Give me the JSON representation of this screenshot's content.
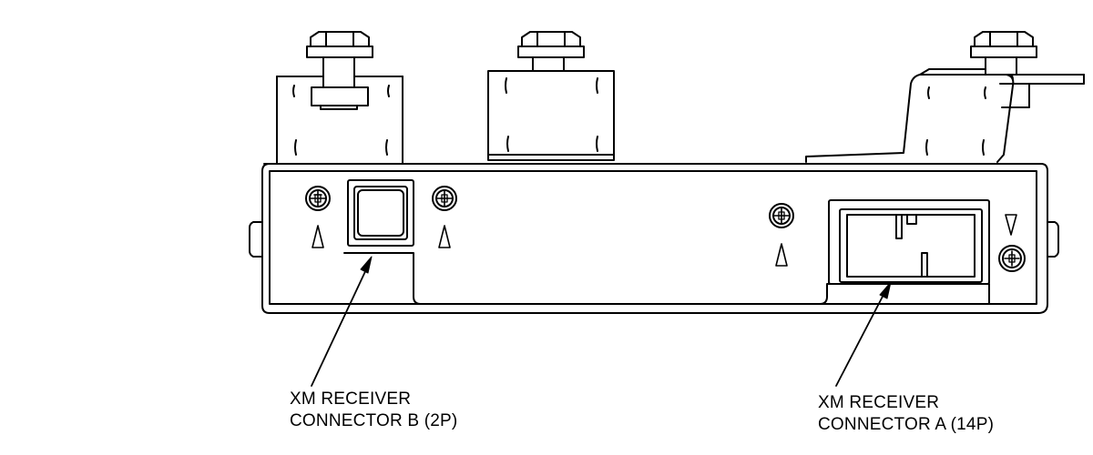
{
  "callouts": {
    "connector_b": {
      "line1": "XM RECEIVER",
      "line2": "CONNECTOR B (2P)"
    },
    "connector_a": {
      "line1": "XM RECEIVER",
      "line2": "CONNECTOR A (14P)"
    }
  },
  "colors": {
    "line": "#000000",
    "background": "#ffffff"
  }
}
